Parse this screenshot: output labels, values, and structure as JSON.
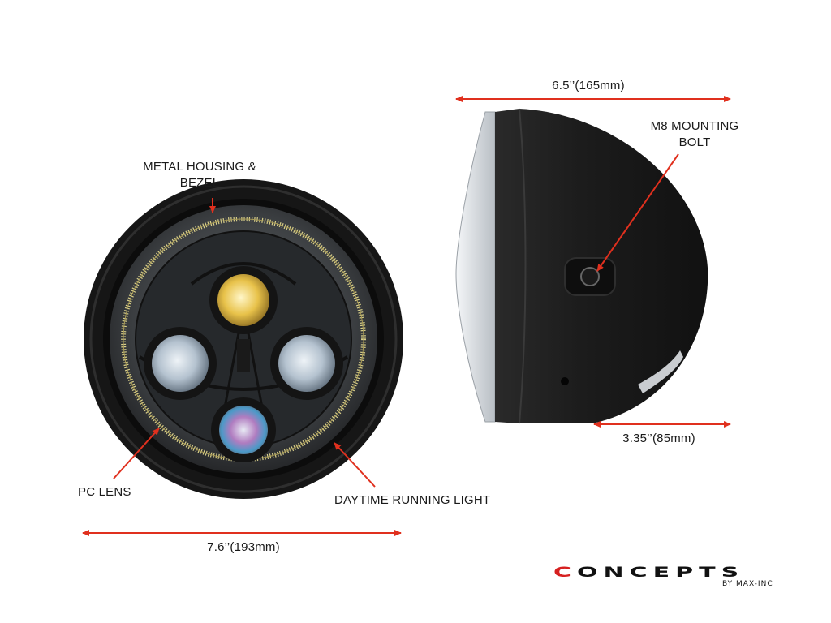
{
  "labels": {
    "metal_housing_line1": "METAL HOUSING &",
    "metal_housing_line2": "BEZEL",
    "pc_lens": "PC LENS",
    "daytime_running_light": "DAYTIME RUNNING LIGHT",
    "front_width": "7.6’’(193mm)",
    "side_width": "6.5’’(165mm)",
    "mounting_bolt_line1": "M8 MOUNTING",
    "mounting_bolt_line2": "BOLT",
    "side_depth": "3.35’’(85mm)"
  },
  "logo": {
    "first_letter": "C",
    "rest": "ONCEPTS",
    "sub": "BY MAX-INC"
  },
  "colors": {
    "arrow": "#e0301e",
    "housing": "#1c1c1c",
    "drl": "#d8cf8a",
    "logo_accent": "#d62020"
  }
}
